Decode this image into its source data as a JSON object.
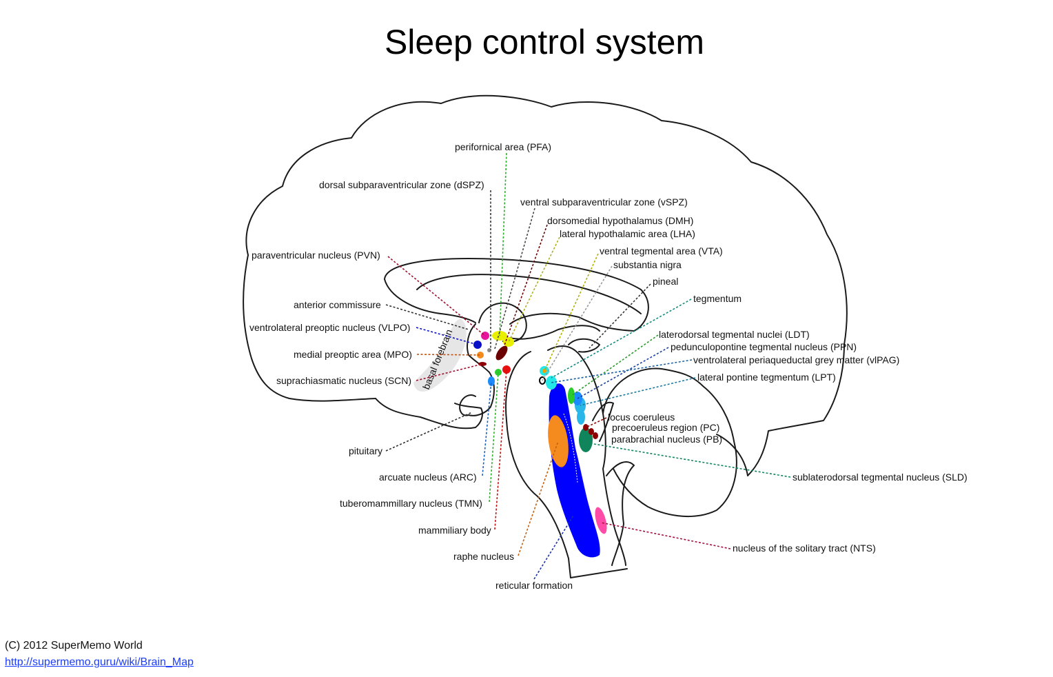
{
  "title": "Sleep control system",
  "footer": {
    "copyright": "(C) 2012 SuperMemo World",
    "link": "http://supermemo.guru/wiki/Brain_Map"
  },
  "region_label": "basal forebrain",
  "labels": {
    "pfa": "perifornical area (PFA)",
    "dspz": "dorsal subparaventricular zone (dSPZ)",
    "vspz": "ventral subparaventricular zone (vSPZ)",
    "dmh": "dorsomedial hypothalamus (DMH)",
    "lha": "lateral hypothalamic area (LHA)",
    "pvn": "paraventricular nucleus (PVN)",
    "vta": "ventral tegmental area (VTA)",
    "sn": "substantia nigra",
    "pineal": "pineal",
    "ac": "anterior commissure",
    "tegmentum": "tegmentum",
    "vlpo": "ventrolateral preoptic nucleus (VLPO)",
    "ldt": "laterodorsal tegmental nuclei (LDT)",
    "ppn": "pedunculopontine tegmental nucleus (PPN)",
    "mpo": "medial preoptic area (MPO)",
    "vlpag": "ventrolateral periaqueductal grey matter (vlPAG)",
    "scn": "suprachiasmatic nucleus (SCN)",
    "lpt": "lateral pontine tegmentum (LPT)",
    "lc": "locus coeruleus",
    "pc": "precoeruleus region (PC)",
    "pb": "parabrachial nucleus (PB)",
    "pituitary": "pituitary",
    "arc": "arcuate nucleus (ARC)",
    "sld": "sublaterodorsal tegmental nucleus (SLD)",
    "tmn": "tuberomammillary nucleus (TMN)",
    "mb": "mammiliary body",
    "nts": "nucleus of the solitary tract (NTS)",
    "raphe": "raphe nucleus",
    "rf": "reticular formation"
  },
  "colors": {
    "reticular_formation": "#0000ff",
    "raphe": "#f58a1f",
    "nts": "#ff4aa8",
    "sld": "#10845a",
    "locus_coeruleus": "#29b6e8",
    "dark_red": "#8b0000",
    "yellow": "#e8f000",
    "magenta": "#e8169c",
    "green": "#2ccc2c",
    "cyan": "#22e8e8"
  }
}
